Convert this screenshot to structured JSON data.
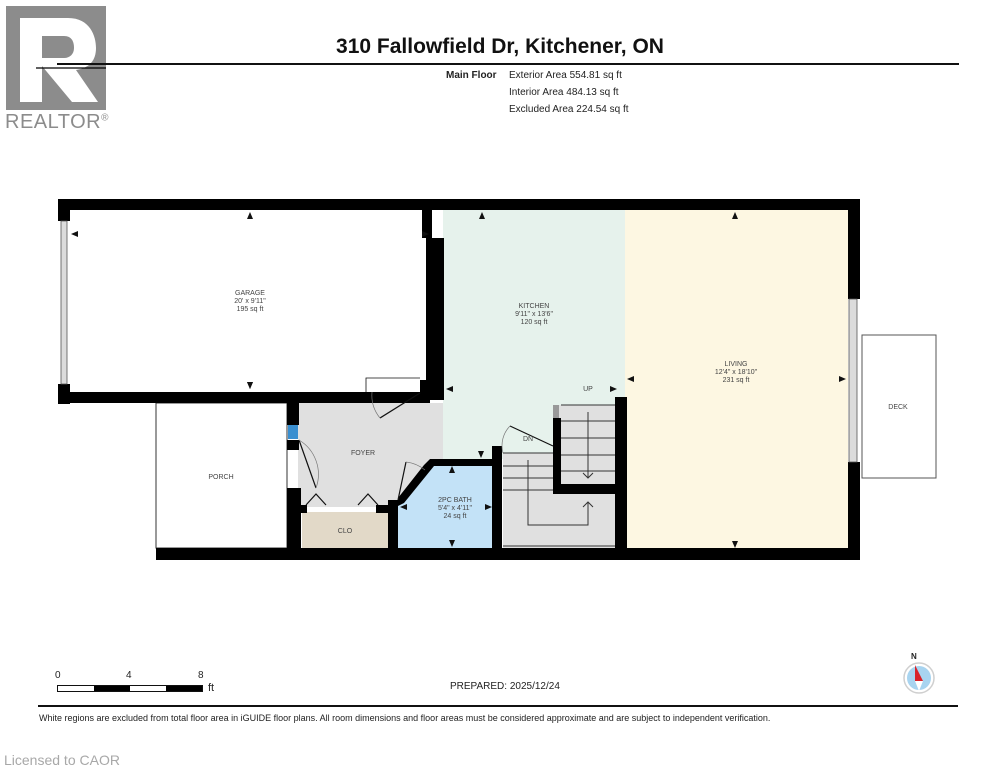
{
  "logo": {
    "text": "REALTOR",
    "mark": "®"
  },
  "header": {
    "title": "310 Fallowfield Dr, Kitchener, ON",
    "floor_label": "Main Floor",
    "areas": [
      "Exterior Area 554.81 sq ft",
      "Interior Area 484.13 sq ft",
      "Excluded Area 224.54 sq ft"
    ]
  },
  "rooms": {
    "garage": {
      "name": "GARAGE",
      "dims": "20' x 9'11\"",
      "area": "195 sq ft",
      "color": "#ffffff"
    },
    "kitchen": {
      "name": "KITCHEN",
      "dims": "9'11\" x 13'6\"",
      "area": "120 sq ft",
      "color": "#e6f2ec"
    },
    "living": {
      "name": "LIVING",
      "dims": "12'4\" x 18'10\"",
      "area": "231 sq ft",
      "color": "#fdf7e2"
    },
    "foyer": {
      "name": "FOYER",
      "color": "#e0e0e0"
    },
    "porch": {
      "name": "PORCH",
      "color": "#ffffff"
    },
    "closet": {
      "name": "CLO",
      "color": "#e2d9c8"
    },
    "bath": {
      "name": "2PC BATH",
      "dims": "5'4\" x 4'11\"",
      "area": "24 sq ft",
      "color": "#c3e2f7"
    },
    "deck": {
      "name": "DECK",
      "color": "#ffffff"
    },
    "stairs_up": "UP",
    "stairs_dn": "DN"
  },
  "scale": {
    "ticks": [
      "0",
      "4",
      "8"
    ],
    "unit": "ft"
  },
  "prepared": "PREPARED: 2025/12/24",
  "compass": {
    "label": "N",
    "needle_color": "#d8232a",
    "ring_color": "#a8d4f0"
  },
  "disclaimer": "White regions are excluded from total floor area in iGUIDE floor plans. All room dimensions and floor areas must be considered approximate and are subject to independent verification.",
  "license": "Licensed to CAOR"
}
